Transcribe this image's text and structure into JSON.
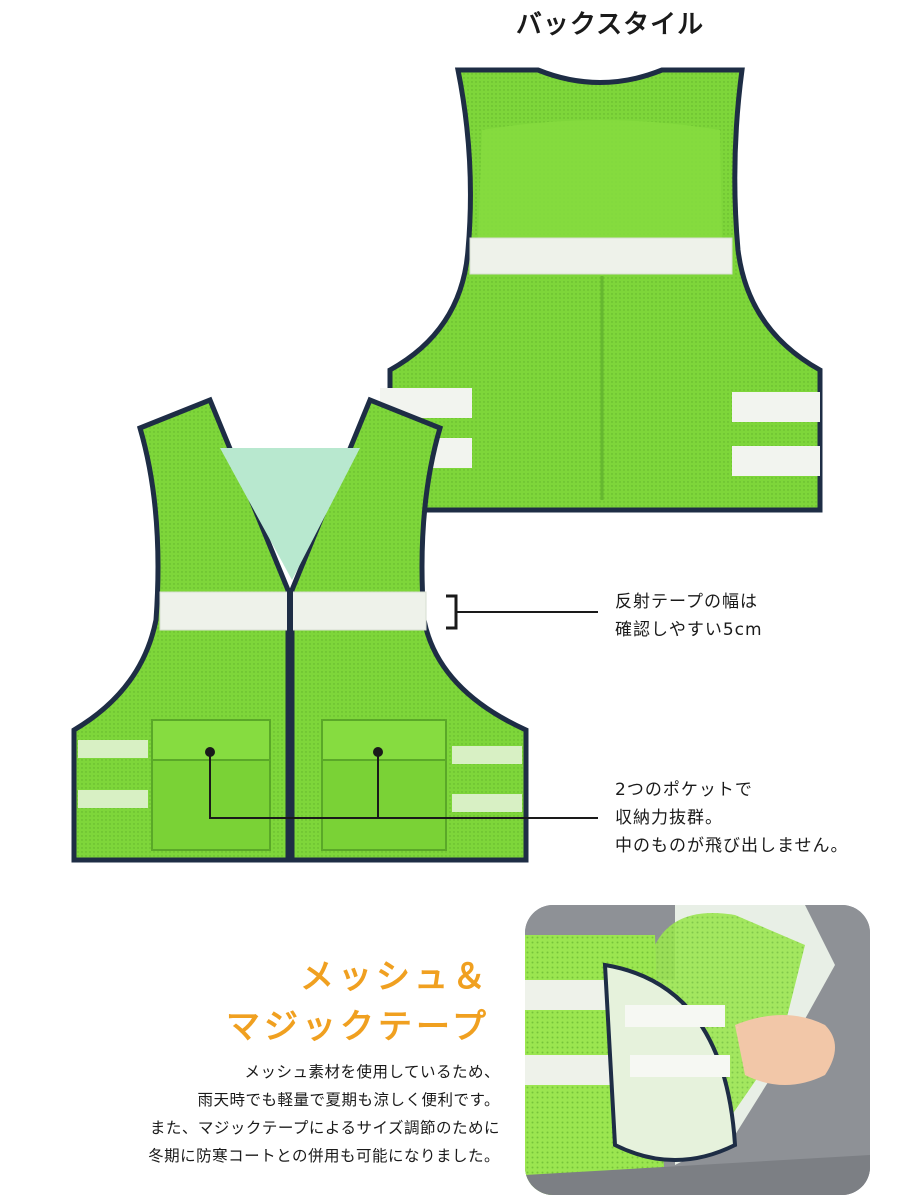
{
  "back_style_title": "バックスタイル",
  "annotations": {
    "tape": [
      "反射テープの幅は",
      "確認しやすい5cm"
    ],
    "pockets": [
      "2つのポケットで",
      "収納力抜群。",
      "中のものが飛び出しません。"
    ]
  },
  "mesh_section": {
    "heading": [
      "メッシュ＆",
      "マジックテープ"
    ],
    "body": [
      "メッシュ素材を使用しているため、",
      "雨天時でも軽量で夏期も涼しく便利です。",
      "また、マジックテープによるサイズ調節のために",
      "冬期に防寒コートとの併用も可能になりました。"
    ]
  },
  "colors": {
    "vest_green": "#7ed63a",
    "vest_green_dark": "#5fb82a",
    "trim_navy": "#1e2d45",
    "reflective": "#eef2ea",
    "accent_orange": "#f0a020"
  }
}
